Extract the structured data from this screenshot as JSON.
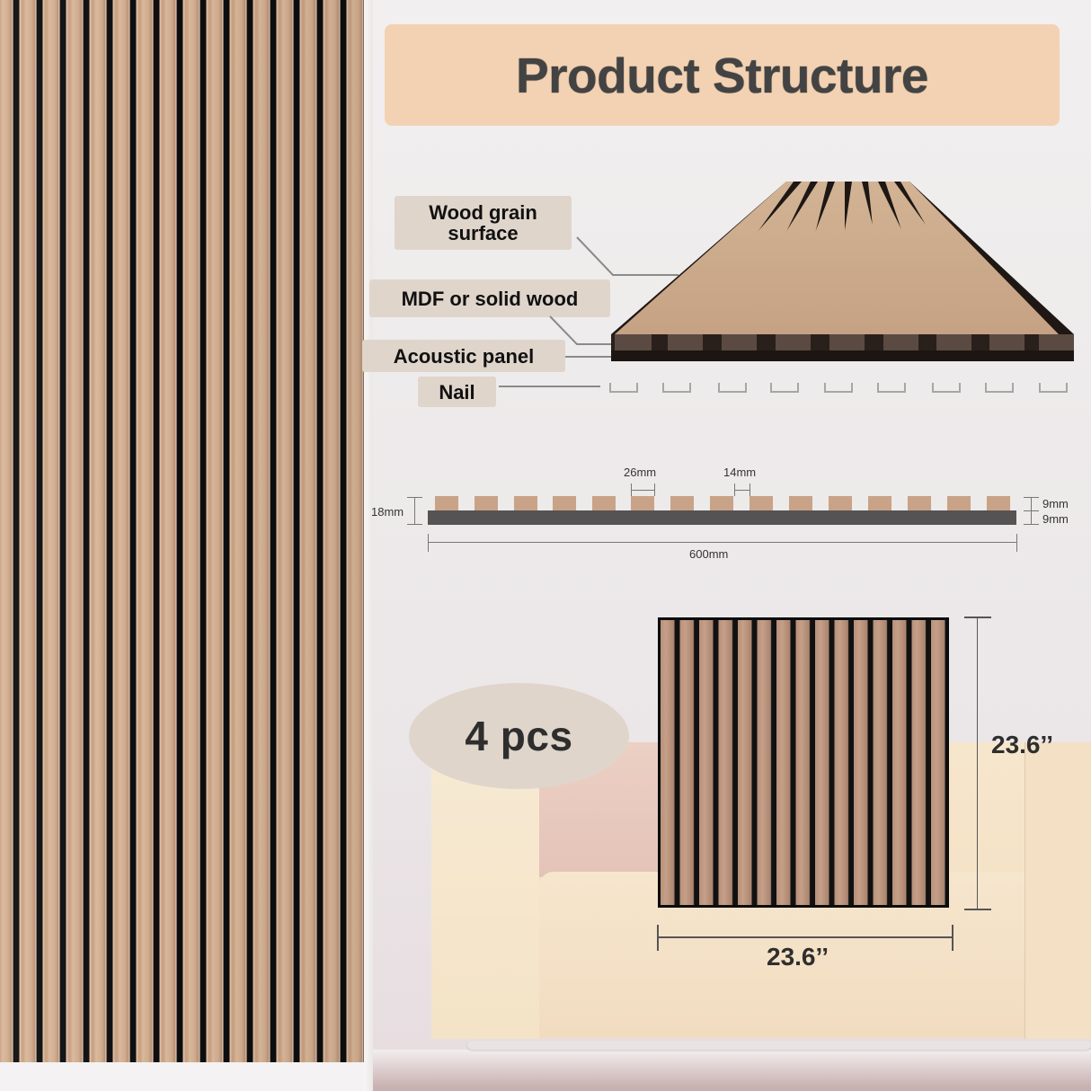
{
  "title": "Product Structure",
  "layers": {
    "wood_grain": {
      "line1": "Wood grain",
      "line2": "surface"
    },
    "mdf": "MDF or solid wood",
    "acoustic": "Acoustic panel",
    "nail": "Nail"
  },
  "cross_section": {
    "slat_width": "26mm",
    "gap_width": "14mm",
    "total_thickness": "18mm",
    "slat_thickness": "9mm",
    "base_thickness": "9mm",
    "total_width": "600mm",
    "slat_count": 15
  },
  "panel": {
    "quantity": "4 pcs",
    "height": "23.6’’",
    "width": "23.6’’"
  },
  "colors": {
    "title_bg": "#f3d2b3",
    "label_bg": "#dfd5cb",
    "text_dark": "#434343",
    "wood": "#c9a387",
    "felt": "#555353"
  }
}
